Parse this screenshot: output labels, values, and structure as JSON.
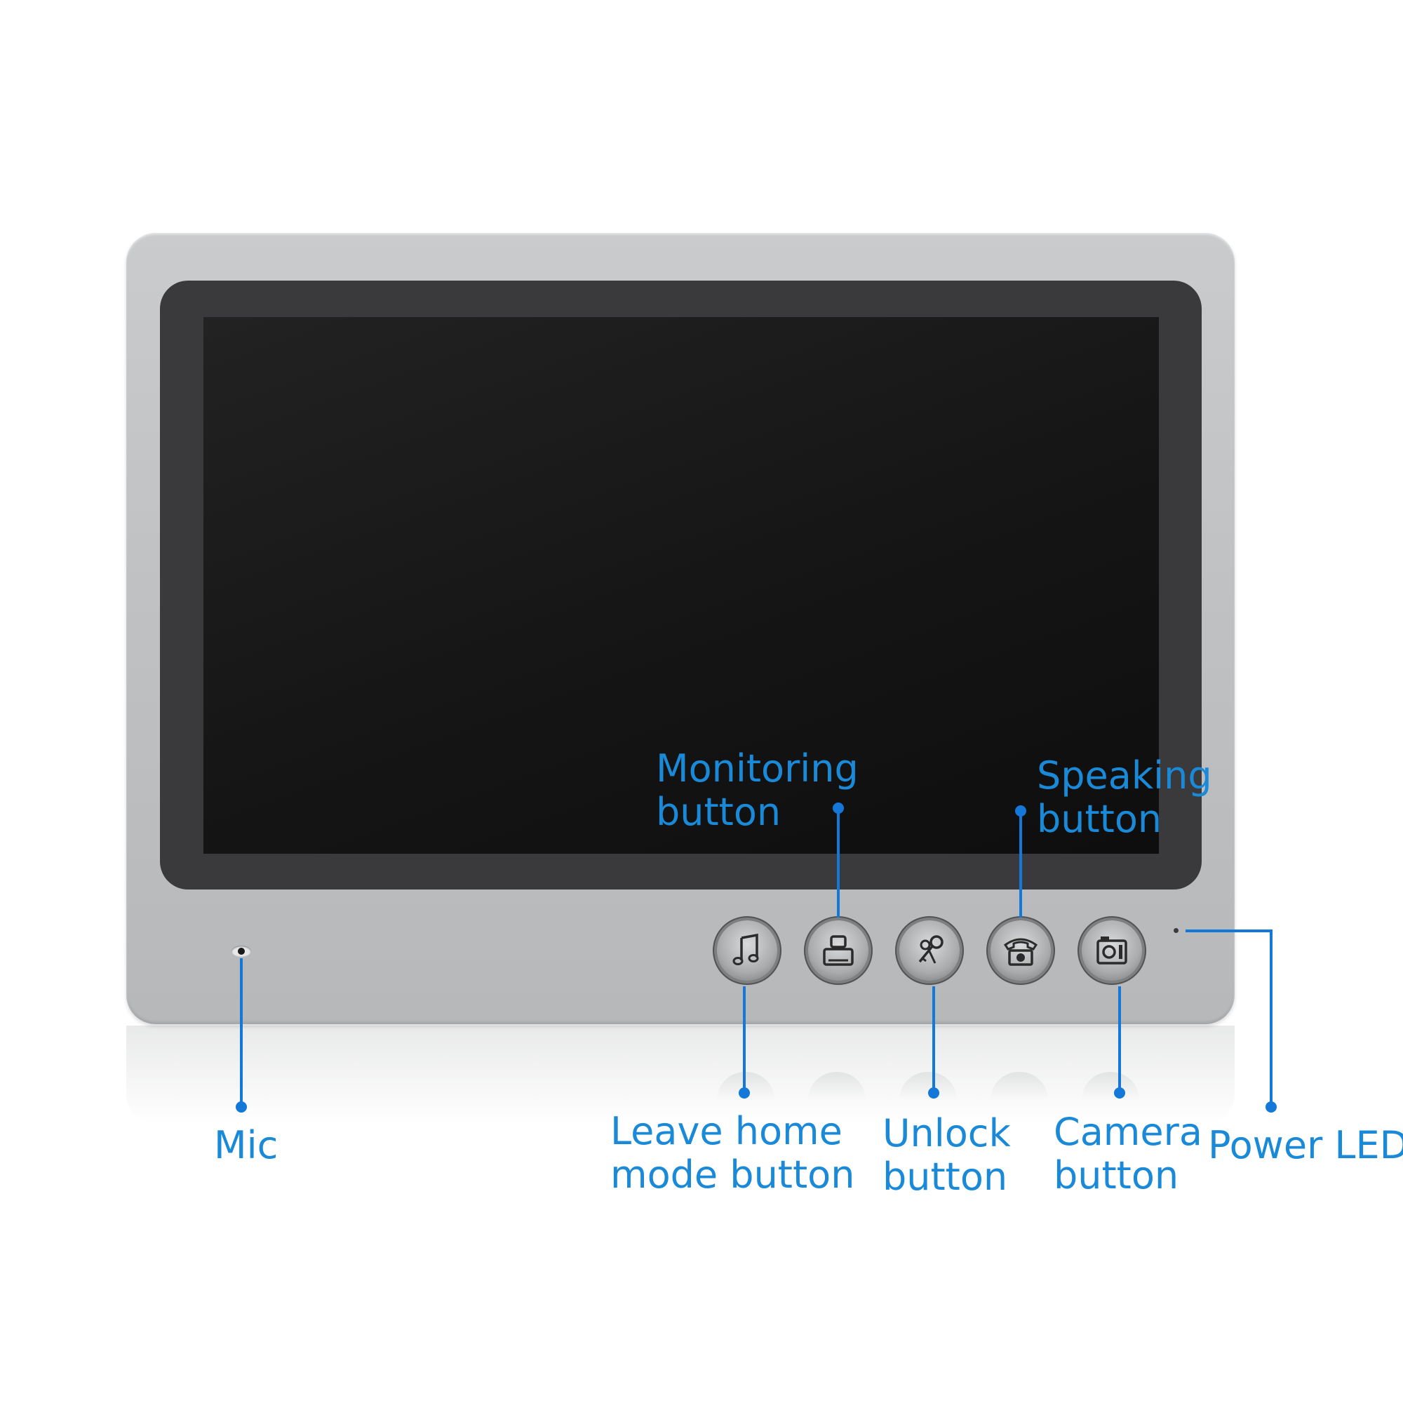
{
  "labels": {
    "monitoring": [
      "Monitoring",
      "button"
    ],
    "speaking": [
      "Speaking",
      "button"
    ],
    "mic": [
      "Mic"
    ],
    "leave_home": [
      "Leave home",
      "mode button"
    ],
    "unlock": [
      "Unlock",
      "button"
    ],
    "camera": [
      "Camera",
      "button"
    ],
    "power_led": [
      "Power LED"
    ]
  },
  "colors": {
    "callout": "#1478d8",
    "label_text": "#1a8ad8",
    "device_body": "#c0c2c4",
    "bezel": "#3a3a3c",
    "screen": "#151515"
  },
  "buttons": [
    {
      "icon": "music-note-icon"
    },
    {
      "icon": "person-monitor-icon"
    },
    {
      "icon": "keys-icon"
    },
    {
      "icon": "phone-icon"
    },
    {
      "icon": "camera-icon"
    }
  ]
}
